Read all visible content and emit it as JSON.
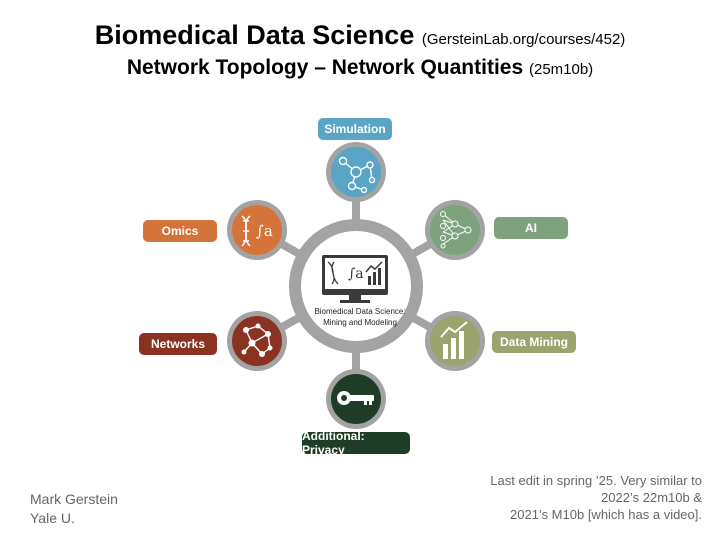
{
  "title": {
    "main": "Biomedical Data Science",
    "main_suffix": "(GersteinLab.org/courses/452)",
    "sub": "Network Topology – Network Quantities",
    "sub_suffix": "(25m10b)"
  },
  "diagram": {
    "center_line1": "Biomedical Data Science:",
    "center_line2": "Mining and Modeling",
    "nodes": {
      "simulation": {
        "label": "Simulation",
        "color": "#5aa5c5"
      },
      "ai": {
        "label": "AI",
        "color": "#7ea27e"
      },
      "data_mining": {
        "label": "Data Mining",
        "color": "#9da36e"
      },
      "privacy": {
        "label": "Additional: Privacy",
        "color": "#1f3d26"
      },
      "networks": {
        "label": "Networks",
        "color": "#8b3222"
      },
      "omics": {
        "label": "Omics",
        "color": "#d5743a"
      }
    },
    "ring_color": "#a3a3a3"
  },
  "footer": {
    "author_line1": "Mark Gerstein",
    "author_line2": "Yale U.",
    "note_line1": "Last edit in spring ’25. Very similar to",
    "note_line2": "2022’s 22m10b &",
    "note_line3": "2021’s M10b [which has a video]."
  }
}
